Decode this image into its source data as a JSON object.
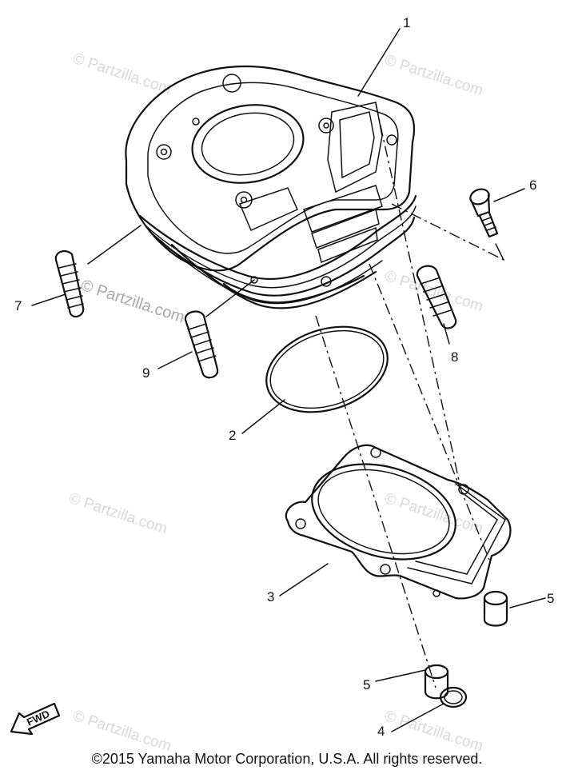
{
  "callouts": [
    "1",
    "2",
    "3",
    "4",
    "5",
    "5",
    "6",
    "7",
    "8",
    "9"
  ],
  "watermark": "Partzilla.com",
  "fwd_label": "FWD",
  "copyright": "©2015 Yamaha Motor Corporation, U.S.A. All rights reserved."
}
